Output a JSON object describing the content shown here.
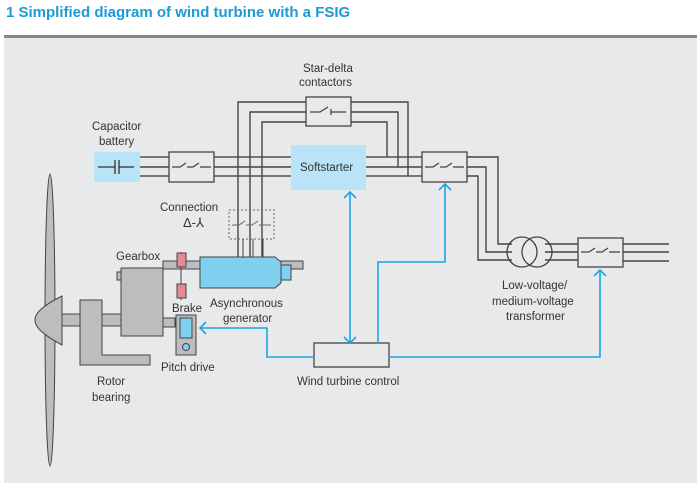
{
  "figure": {
    "title": "1  Simplified diagram of wind turbine with a FSIG"
  },
  "labels": {
    "star_delta_1": "Star-delta",
    "star_delta_2": "contactors",
    "capacitor_1": "Capacitor",
    "capacitor_2": "battery",
    "softstarter": "Softstarter",
    "connection": "Connection",
    "connection_symbol": "Δ-⅄",
    "gearbox": "Gearbox",
    "brake": "Brake",
    "generator_1": "Asynchronous",
    "generator_2": "generator",
    "pitch_drive": "Pitch drive",
    "rotor_1": "Rotor",
    "rotor_2": "bearing",
    "control": "Wind turbine control",
    "transformer_1": "Low-voltage/",
    "transformer_2": "medium-voltage",
    "transformer_3": "transformer"
  },
  "colors": {
    "title": "#1a9ad6",
    "control_line": "#1aa6e0",
    "highlight_box": "#b9e3f6",
    "generator": "#7fd0ee",
    "brake": "#e58a92",
    "mechanical": "#bdbdbf"
  }
}
